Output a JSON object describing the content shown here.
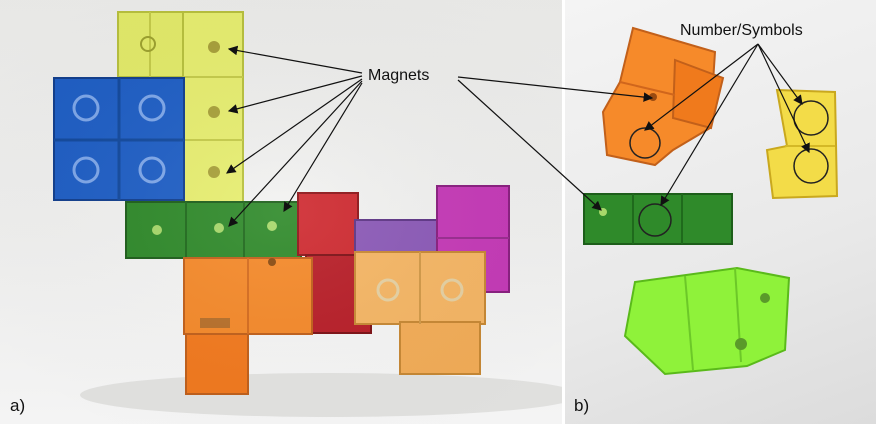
{
  "panels": {
    "a_label": "a)",
    "b_label": "b)"
  },
  "annotations": {
    "magnets_label": "Magnets",
    "numbers_label": "Number/Symbols"
  },
  "colors": {
    "yellow": "#e8ef70",
    "blue": "#1f5fc6",
    "green_dark": "#2f8a2a",
    "red": "#cf2a30",
    "magenta": "#c63ab8",
    "orange": "#f68a2a",
    "orange_light": "#f7b765",
    "lime": "#8ff23a",
    "pale_yellow": "#f3dc80",
    "purple": "#8c5ab8",
    "arrow": "#111111"
  }
}
